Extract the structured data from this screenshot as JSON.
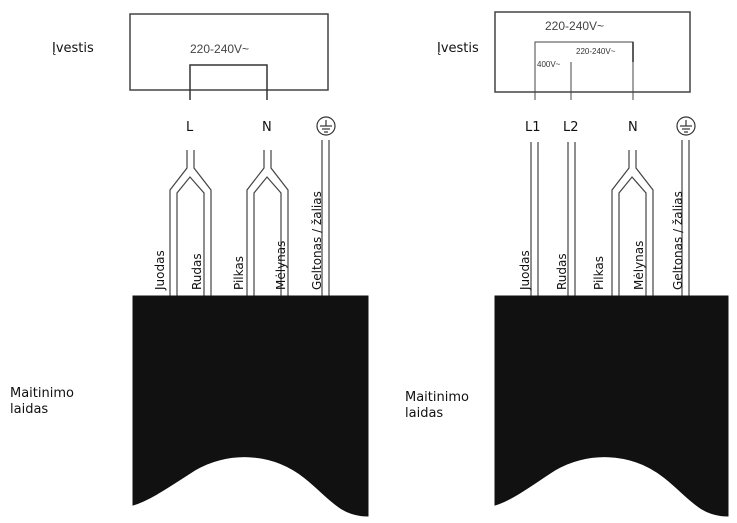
{
  "left": {
    "input_label": "Įvestis",
    "box_voltage": "220-240V~",
    "terminals": [
      "L",
      "N"
    ],
    "earth_icon": "earth-ground-icon",
    "wires": [
      "Juodas",
      "Rudas",
      "Pilkas",
      "Mėlynas",
      "Geltonas / žalias"
    ],
    "cable_label_line1": "Maitinimo",
    "cable_label_line2": "laidas"
  },
  "right": {
    "input_label": "Įvestis",
    "box_voltage": "220-240V~",
    "inner_voltage_400": "400V~",
    "inner_voltage_220": "220-240V~",
    "terminals": [
      "L1",
      "L2",
      "N"
    ],
    "earth_icon": "earth-ground-icon",
    "wires": [
      "Juodas",
      "Rudas",
      "Pilkas",
      "Mėlynas",
      "Geltonas / žalias"
    ],
    "cable_label_line1": "Maitinimo",
    "cable_label_line2": "laidas"
  },
  "colors": {
    "line": "#333333",
    "cable": "#111111",
    "box_border": "#444444"
  }
}
